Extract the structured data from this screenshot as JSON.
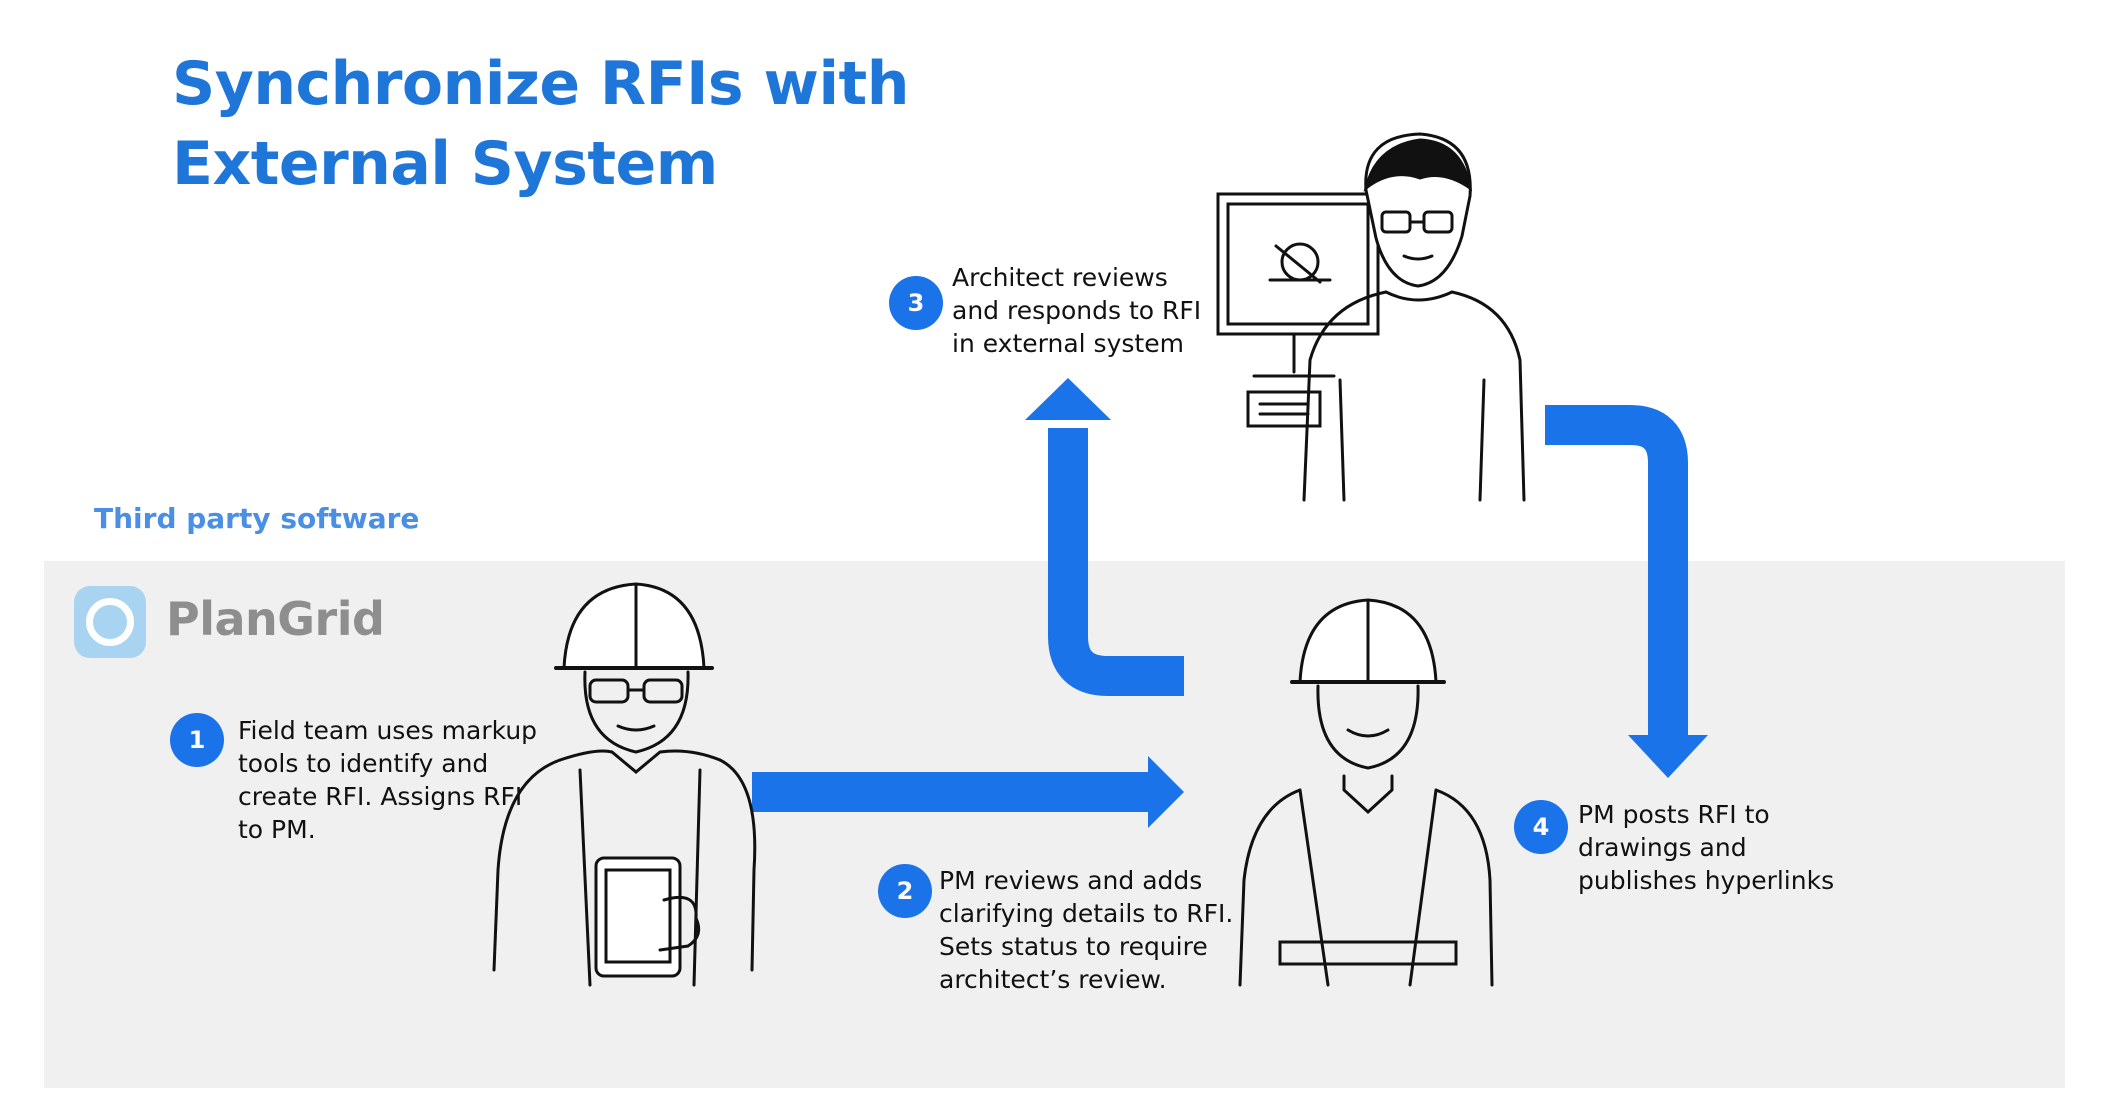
{
  "title": {
    "line1": "Synchronize RFIs with",
    "line2": "External System"
  },
  "third_party_label": "Third party software",
  "brand": {
    "name": "PlanGrid"
  },
  "colors": {
    "accent": "#1a73e8",
    "band": "#f0f0f0",
    "logo": "#a8d4f2"
  },
  "steps": [
    {
      "number": "1",
      "lines": [
        "Field team uses markup",
        "tools to identify and",
        "create RFI. Assigns RFI",
        "to PM."
      ]
    },
    {
      "number": "2",
      "lines": [
        "PM reviews and adds",
        "clarifying details to RFI.",
        "Sets status to require",
        "architect’s review."
      ]
    },
    {
      "number": "3",
      "lines": [
        "Architect reviews",
        "and responds to RFI",
        "in external system"
      ]
    },
    {
      "number": "4",
      "lines": [
        "PM posts RFI to",
        "drawings and",
        "publishes hyperlinks"
      ]
    }
  ],
  "figures": [
    "field-worker-illustration",
    "project-manager-illustration",
    "architect-illustration"
  ]
}
